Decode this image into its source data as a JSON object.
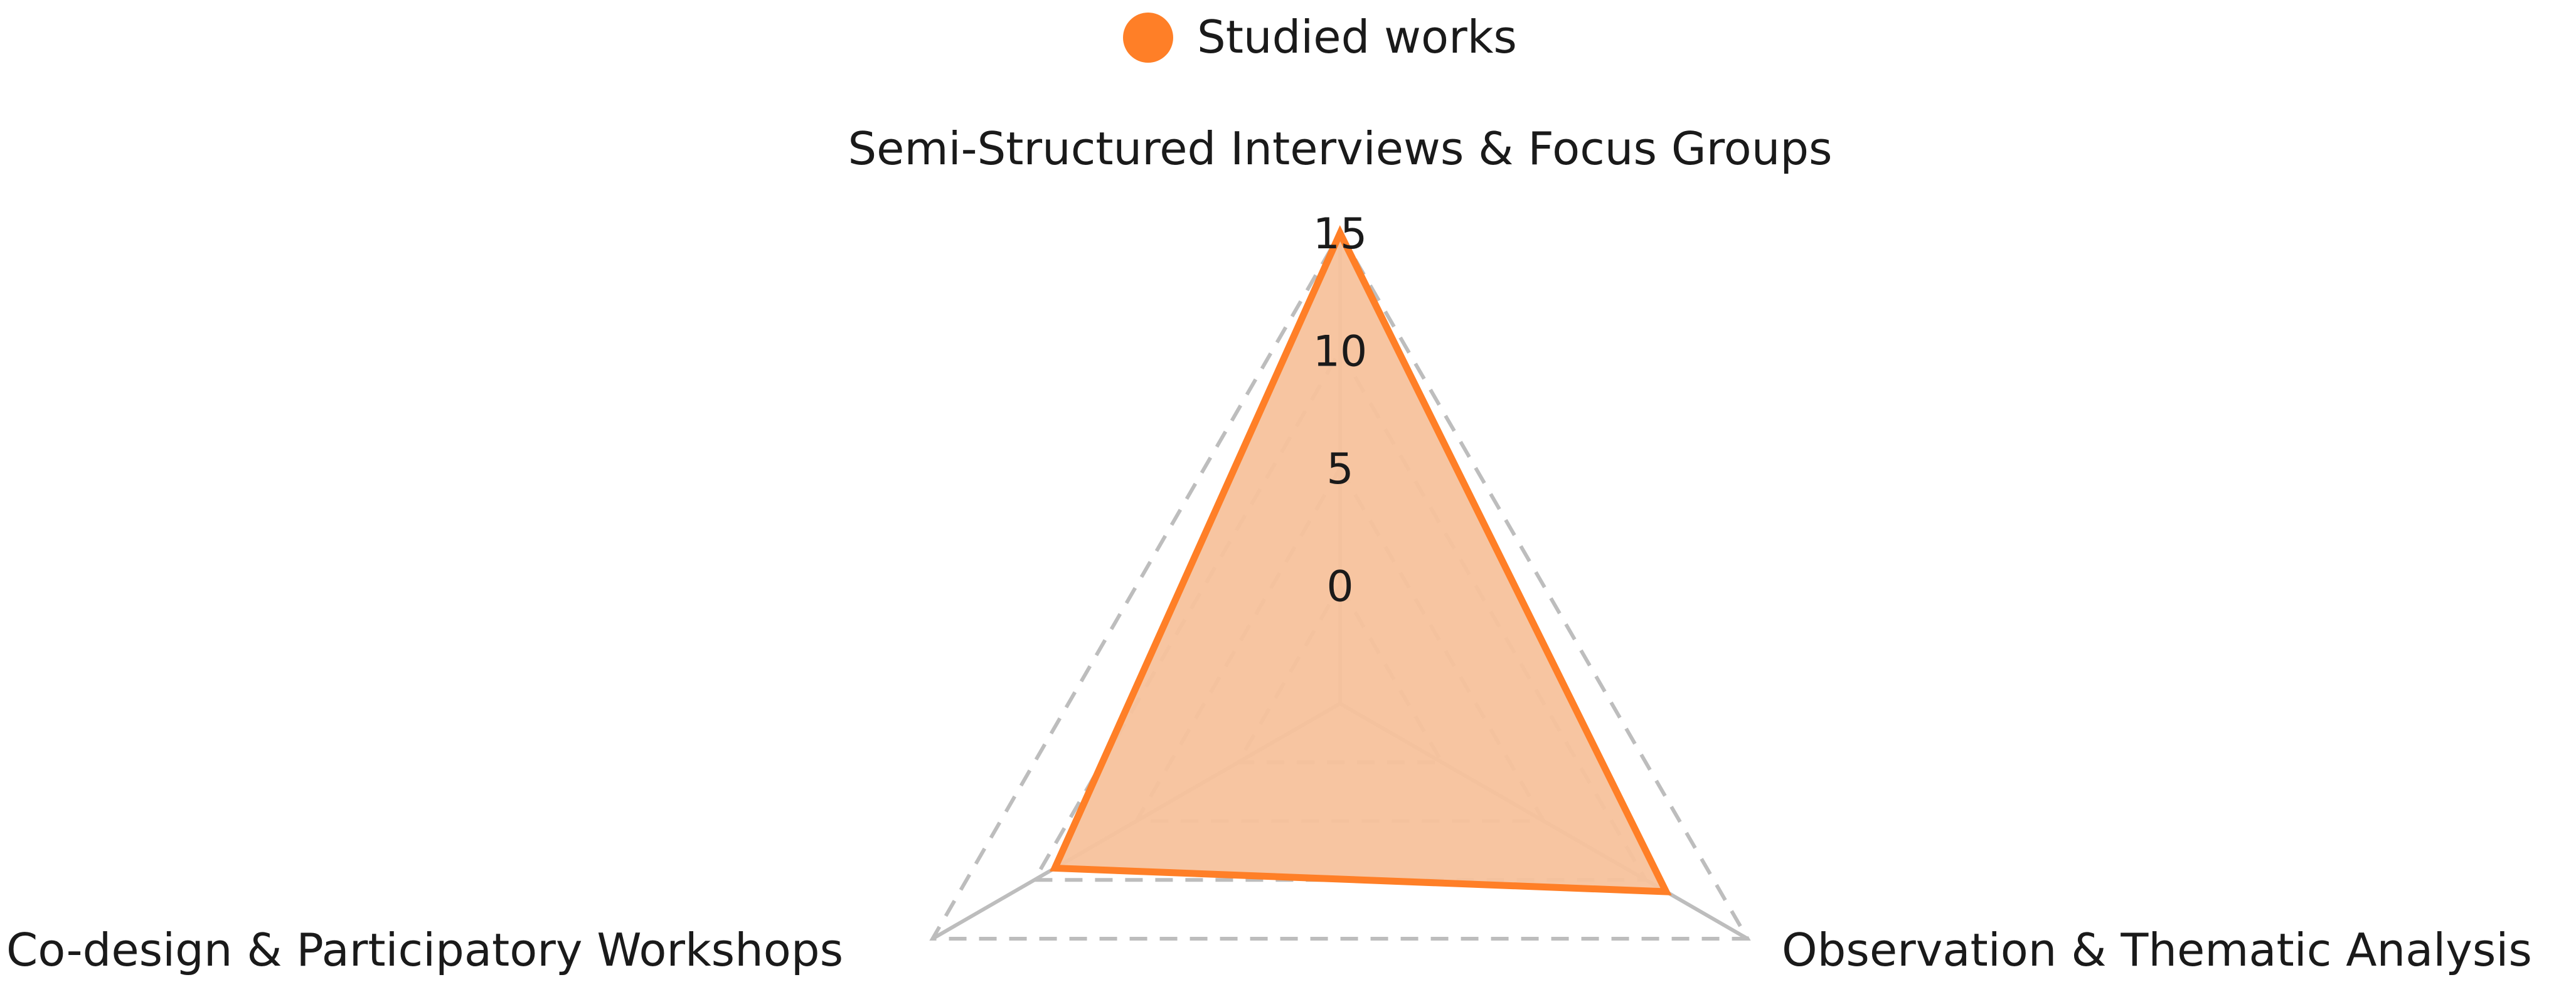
{
  "chart_data": {
    "type": "radar",
    "categories": [
      "Semi-Structured Interviews & Focus Groups",
      "Observation & Thematic Analysis",
      "Co-design & Participatory Workshops"
    ],
    "series": [
      {
        "name": "Studied works",
        "values": [
          15,
          11,
          9
        ],
        "color": "#ff7f27",
        "fill_color": "#f7c29c"
      }
    ],
    "rlim": [
      -5,
      15
    ],
    "radial_ticks": [
      0,
      5,
      10,
      15
    ],
    "grid": true,
    "grid_style": "dashed",
    "legend_position": "top-center"
  },
  "legend": {
    "label": "Studied works",
    "marker_icon": "circle-marker-icon"
  }
}
